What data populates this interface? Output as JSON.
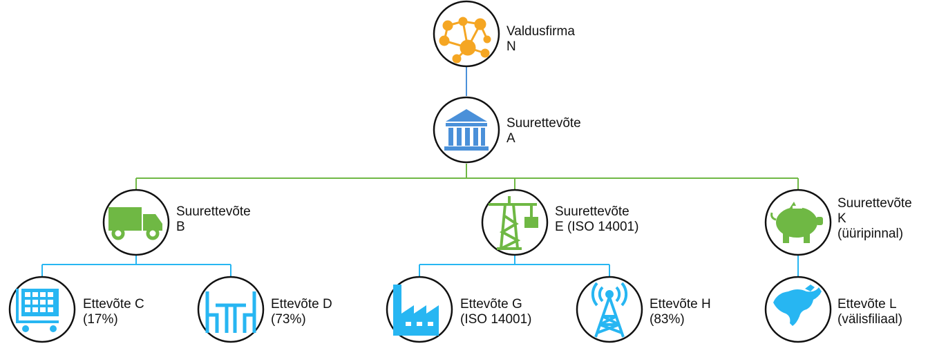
{
  "colors": {
    "holding_icon": "#F5A623",
    "top_icon": "#4A90D9",
    "mid_icon": "#6FB844",
    "leaf_icon": "#27B6F2",
    "line_top": "#4A90D9",
    "line_green": "#6FB844",
    "line_blue": "#27B6F2",
    "circle_stroke": "#111111"
  },
  "nodes": {
    "holding": {
      "icon": "network-people-icon",
      "line1": "Valdusfirma",
      "line2": "N"
    },
    "a": {
      "icon": "bank-building-icon",
      "line1": "Suurettevõte",
      "line2": "A"
    },
    "b": {
      "icon": "truck-icon",
      "line1": "Suurettevõte",
      "line2": "B"
    },
    "e": {
      "icon": "crane-icon",
      "line1": "Suurettevõte",
      "line2": "E (ISO 14001)"
    },
    "k": {
      "icon": "piggy-bank-icon",
      "line1": "Suurettevõte",
      "line2": "K",
      "line3": "(üüripinnal)"
    },
    "c": {
      "icon": "shopping-cart-icon",
      "line1": "Ettevõte C",
      "line2": "(17%)"
    },
    "d": {
      "icon": "table-chairs-icon",
      "line1": "Ettevõte D",
      "line2": "(73%)"
    },
    "g": {
      "icon": "factory-icon",
      "line1": "Ettevõte G",
      "line2": "(ISO 14001)"
    },
    "h": {
      "icon": "radio-tower-icon",
      "line1": "Ettevõte H",
      "line2": "(83%)"
    },
    "l": {
      "icon": "world-map-icon",
      "line1": "Ettevõte L",
      "line2": "(välisfiliaal)"
    }
  }
}
